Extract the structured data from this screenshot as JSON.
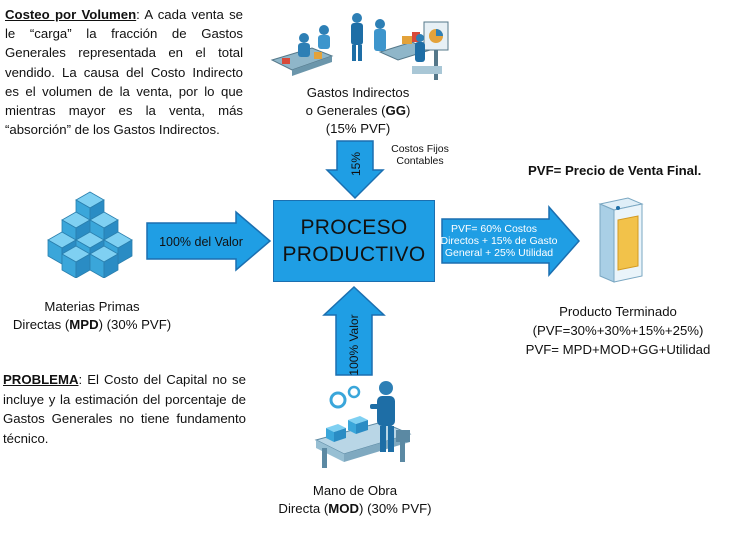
{
  "intro": {
    "heading": "Costeo por Volumen",
    "text": ": A cada venta se le “carga” la fracción de Gastos Generales representada en el total vendido. La causa del Costo Indirecto es el volumen de la venta, por lo que mientras mayor es la venta, más “absorción” de los Gastos Indirectos."
  },
  "gg": {
    "line1": "Gastos Indirectos",
    "line2_pre": "o Generales (",
    "line2_bold": "GG",
    "line2_post": ")",
    "line3": "(15% PVF)",
    "arrow_label": "15%",
    "side_line1": "Costos Fijos",
    "side_line2": "Contables"
  },
  "pvf_def": "PVF= Precio de Venta Final.",
  "process": {
    "line1": "PROCESO",
    "line2": "PRODUCTIVO"
  },
  "mpd": {
    "arrow_label": "100% del Valor",
    "line1": "Materias Primas",
    "line2_pre": "Directas (",
    "line2_bold": "MPD",
    "line2_post": ") (30% PVF)"
  },
  "output_arrow": {
    "line1": "PVF= 60% Costos",
    "line2": "Directos + 15% de Gasto",
    "line3": "General + 25% Utilidad"
  },
  "product": {
    "line1": "Producto Terminado",
    "line2": "(PVF=30%+30%+15%+25%)",
    "line3": "PVF= MPD+MOD+GG+Utilidad"
  },
  "problem": {
    "heading": "PROBLEMA",
    "text": ": El Costo del Capital no se incluye y la estimación del porcentaje de Gastos Generales no tiene fundamento técnico."
  },
  "mod": {
    "arrow_label": "100% Valor",
    "line1": "Mano de Obra",
    "line2_pre": "Directa (",
    "line2_bold": "MOD",
    "line2_post": ") (30% PVF)"
  },
  "colors": {
    "arrow_fill": "#1f9ee4",
    "arrow_stroke": "#1b6fb0",
    "box_fill": "#1f9ee4"
  },
  "icons": [
    "office-workers-icon",
    "boxes-stack-icon",
    "worker-conveyor-icon",
    "product-box-icon"
  ]
}
